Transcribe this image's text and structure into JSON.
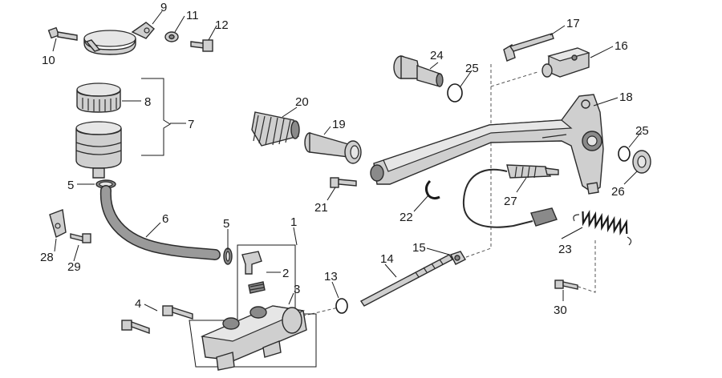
{
  "callouts": {
    "c1": "1",
    "c2": "2",
    "c3": "3",
    "c4": "4",
    "c5a": "5",
    "c5b": "5",
    "c6": "6",
    "c7": "7",
    "c8": "8",
    "c9": "9",
    "c10": "10",
    "c11": "11",
    "c12": "12",
    "c13": "13",
    "c14": "14",
    "c15": "15",
    "c16": "16",
    "c17": "17",
    "c18": "18",
    "c19": "19",
    "c20": "20",
    "c21": "21",
    "c22": "22",
    "c23": "23",
    "c24": "24",
    "c25a": "25",
    "c25b": "25",
    "c26": "26",
    "c27": "27",
    "c28": "28",
    "c29": "29",
    "c30": "30"
  }
}
